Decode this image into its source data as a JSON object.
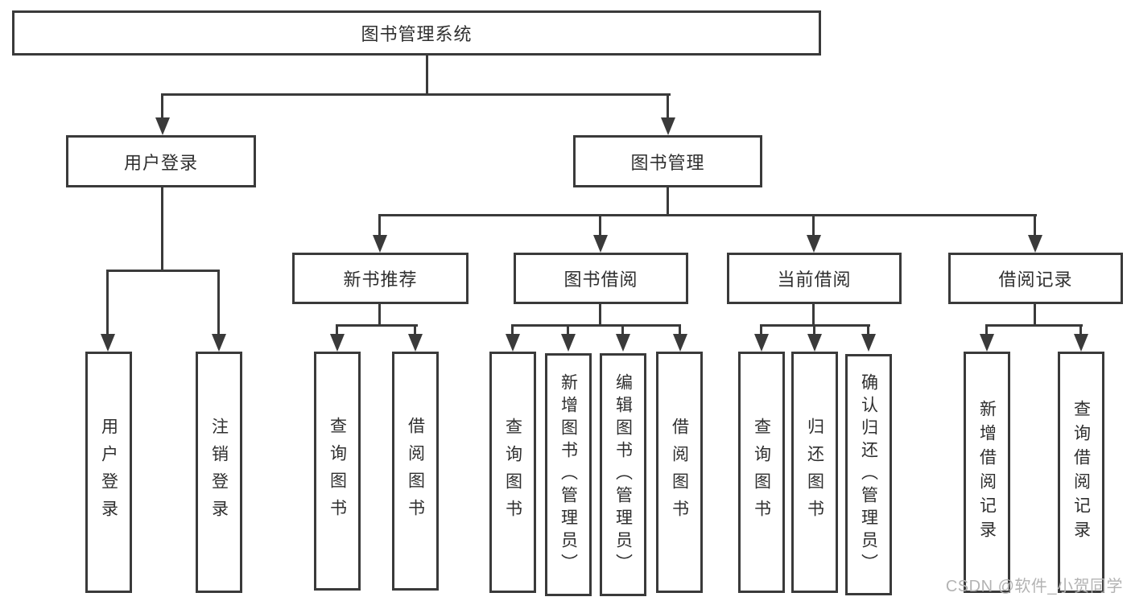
{
  "diagram_title": "图书管理系统",
  "tree": {
    "label": "图书管理系统",
    "children": [
      {
        "label": "用户登录",
        "children": [
          {
            "label": "用户登录"
          },
          {
            "label": "注销登录"
          }
        ]
      },
      {
        "label": "图书管理",
        "children": [
          {
            "label": "新书推荐",
            "children": [
              {
                "label": "查询图书"
              },
              {
                "label": "借阅图书"
              }
            ]
          },
          {
            "label": "图书借阅",
            "children": [
              {
                "label": "查询图书"
              },
              {
                "label": "新增图书（管理员）"
              },
              {
                "label": "编辑图书（管理员）"
              },
              {
                "label": "借阅图书"
              }
            ]
          },
          {
            "label": "当前借阅",
            "children": [
              {
                "label": "查询图书"
              },
              {
                "label": "归还图书"
              },
              {
                "label": "确认归还（管理员）"
              }
            ]
          },
          {
            "label": "借阅记录",
            "children": [
              {
                "label": "新增借阅记录"
              },
              {
                "label": "查询借阅记录"
              }
            ]
          }
        ]
      }
    ]
  },
  "colors": {
    "line": "#3a3a3a",
    "text": "#2f2f2f",
    "watermark": "#b3b3b3",
    "background": "#ffffff"
  },
  "watermark": "CSDN @软件_小贺同学"
}
